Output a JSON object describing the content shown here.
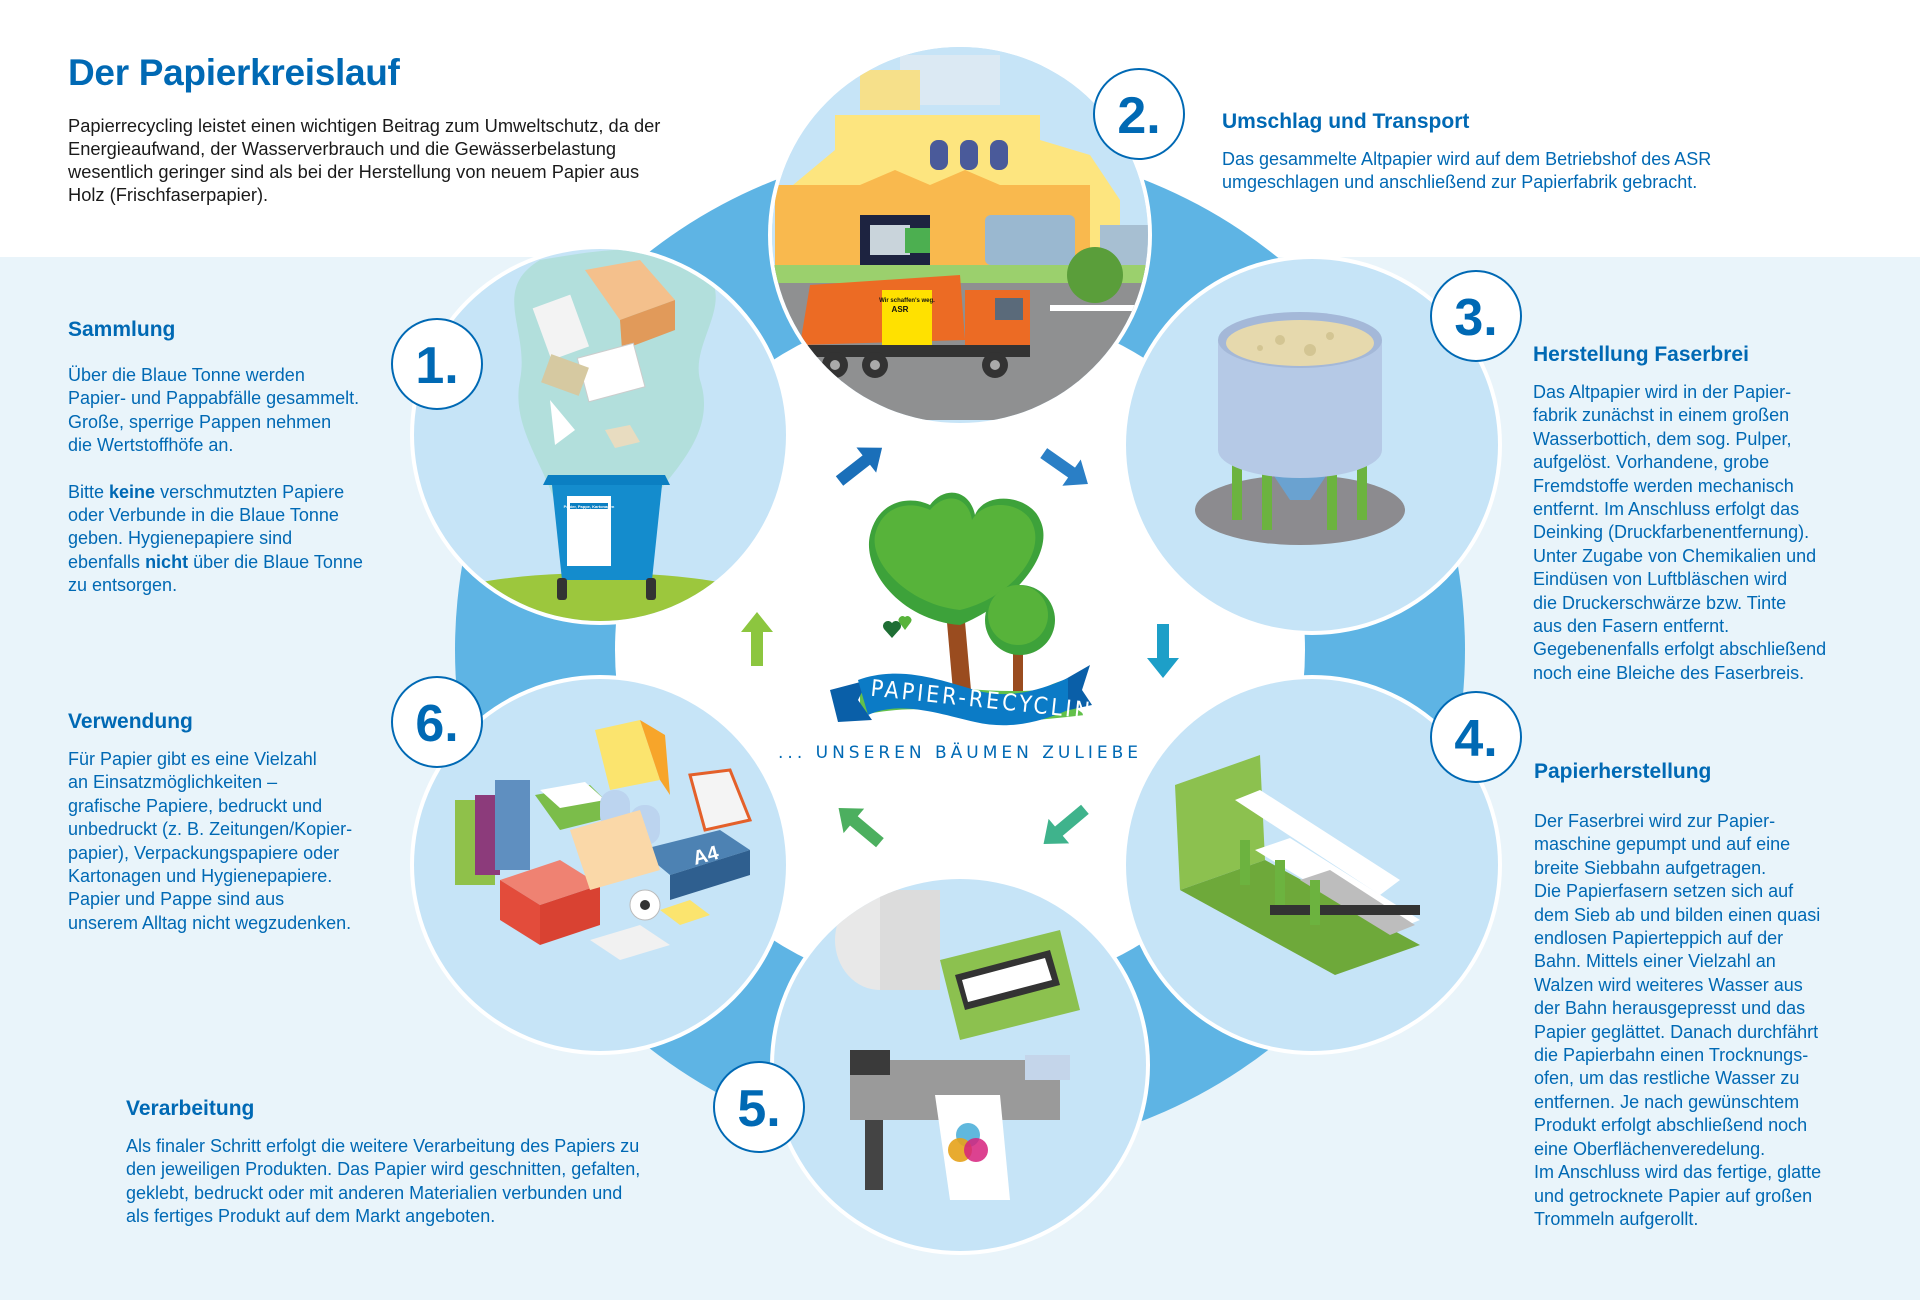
{
  "header": {
    "title": "Der Papierkreislauf",
    "intro": "Papierrecycling leistet einen wichtigen Beitrag zum Umweltschutz, da der Energieaufwand, der Wasserverbrauch und die Gewässerbelastung wesentlich geringer sind als bei der Herstellung von neuem Papier aus Holz (Frischfaserpapier)."
  },
  "colors": {
    "brand_blue": "#0069b4",
    "ring_blue": "#5eb4e4",
    "circle_fill": "#c6e4f7",
    "band_bg": "#e9f4fa",
    "tree_green": "#52ad32"
  },
  "steps": [
    {
      "number": "1.",
      "title": "Sammlung",
      "paragraph1": "Über die Blaue Tonne werden Papier- und Pappabfälle gesammelt. Große, sperrige Pappen nehmen die Wertstoffhöfe an.",
      "paragraph2_pre": "Bitte ",
      "paragraph2_bold1": "keine",
      "paragraph2_mid": " verschmutzten Papiere oder Verbunde in die Blaue Tonne geben. Hygienepapiere sind ebenfalls ",
      "paragraph2_bold2": "nicht",
      "paragraph2_post": " über die Blaue Tonne zu entsorgen.",
      "illustration": "blue-bin-with-falling-paper",
      "bin_label": "Papier, Pappe, Kartonagen"
    },
    {
      "number": "2.",
      "title": "Umschlag und Transport",
      "text": "Das gesammelte Altpapier wird auf dem Betriebshof des ASR umgeschlagen und anschließend zur Papierfabrik gebracht.",
      "illustration": "depot-with-garbage-trucks",
      "truck_sign_line1": "Wir schaffen's weg.",
      "truck_sign_line2": "ASR"
    },
    {
      "number": "3.",
      "title": "Herstellung Faserbrei",
      "text": "Das Altpapier wird in der Papierfabrik zunächst in einem großen Wasserbottich, dem sog. Pulper, aufgelöst. Vorhandene, grobe Fremdstoffe werden mechanisch entfernt. Im Anschluss erfolgt das Deinking (Druckfarbenentfernung). Unter Zugabe von Chemikalien und Eindüsen von Luftbläschen wird die Druckerschwärze bzw. Tinte aus den Fasern entfernt. Gegebenenfalls erfolgt abschließend noch eine Bleiche des Faserbreis.",
      "lines": [
        "Das Altpapier wird in der Papier-",
        "fabrik zunächst in einem großen",
        "Wasserbottich, dem sog. Pulper,",
        "aufgelöst. Vorhandene, grobe",
        "Fremdstoffe werden mechanisch",
        "entfernt. Im Anschluss erfolgt das",
        "Deinking (Druckfarbenentfernung).",
        "Unter Zugabe von Chemikalien und",
        "Eindüsen von Luftbläschen wird",
        "die Druckerschwärze bzw. Tinte",
        "aus den Fasern entfernt.",
        "Gegebenenfalls erfolgt abschließend",
        "noch eine Bleiche des Faserbreis."
      ],
      "illustration": "pulper-vat"
    },
    {
      "number": "4.",
      "title": "Papierherstellung",
      "lines": [
        "Der Faserbrei wird zur Papier-",
        "maschine gepumpt und auf eine",
        "breite Siebbahn aufgetragen.",
        "Die Papierfasern setzen sich auf",
        "dem Sieb ab und bilden einen quasi",
        "endlosen Papierteppich auf der",
        "Bahn. Mittels einer Vielzahl an",
        "Walzen wird weiteres Wasser aus",
        "der Bahn herausgepresst und das",
        "Papier geglättet. Danach durchfährt",
        "die Papierbahn einen Trocknungs-",
        "ofen, um das restliche Wasser zu",
        "entfernen. Je nach gewünschtem",
        "Produkt erfolgt abschließend noch",
        "eine Oberflächenveredelung.",
        "Im Anschluss wird das fertige, glatte",
        "und getrocknete Papier auf großen",
        "Trommeln aufgerollt."
      ],
      "illustration": "paper-machine"
    },
    {
      "number": "5.",
      "title": "Verarbeitung",
      "lines": [
        "Als finaler Schritt erfolgt die weitere Verarbeitung des Papiers zu",
        "den jeweiligen Produkten. Das Papier wird geschnitten, gefalten,",
        "geklebt, bedruckt oder mit anderen Materialien verbunden und",
        "als fertiges Produkt auf dem Markt angeboten."
      ],
      "illustration": "paper-roll-and-printer"
    },
    {
      "number": "6.",
      "title": "Verwendung",
      "lines": [
        "Für Papier gibt es eine Vielzahl",
        "an Einsatzmöglichkeiten –",
        "grafische Papiere, bedruckt und",
        "unbedruckt (z. B. Zeitungen/Kopier-",
        "papier), Verpackungspapiere oder",
        "Kartonagen und Hygienepapiere.",
        "Papier und Pappe sind aus",
        "unserem Alltag nicht wegzudenken."
      ],
      "illustration": "paper-products",
      "a4_label": "A4"
    }
  ],
  "sammlung_lines1": [
    "Über die Blaue Tonne werden",
    "Papier- und Pappabfälle gesammelt.",
    "Große, sperrige Pappen nehmen",
    "die Wertstoffhöfe an."
  ],
  "sammlung_lines2": [
    {
      "pre": "Bitte ",
      "bold": "keine",
      "post": " verschmutzten Papiere"
    },
    {
      "pre": "oder Verbunde in die Blaue Tonne",
      "bold": "",
      "post": ""
    },
    {
      "pre": "geben. Hygienepapiere sind",
      "bold": "",
      "post": ""
    },
    {
      "pre": "ebenfalls ",
      "bold": "nicht",
      "post": " über die Blaue Tonne"
    },
    {
      "pre": "zu entsorgen.",
      "bold": "",
      "post": ""
    }
  ],
  "umschlag_lines": [
    "Das gesammelte Altpapier wird auf dem Betriebshof des ASR",
    "umgeschlagen und anschließend zur Papierfabrik gebracht."
  ],
  "center_logo": {
    "banner": "PAPIER-RECYCLING",
    "tagline": "... UNSEREN BÄUMEN ZULIEBE",
    "icon": "heart-tree-icon"
  },
  "cycle_arrows": [
    {
      "from": "1",
      "to": "2",
      "color": "#1a6fb9"
    },
    {
      "from": "2",
      "to": "3",
      "color": "#2a7fc6"
    },
    {
      "from": "3",
      "to": "4",
      "color": "#1d9fc8"
    },
    {
      "from": "4",
      "to": "5",
      "color": "#3fb38c"
    },
    {
      "from": "5",
      "to": "6",
      "color": "#4caf5f"
    },
    {
      "from": "6",
      "to": "1",
      "color": "#8cc63f"
    }
  ]
}
